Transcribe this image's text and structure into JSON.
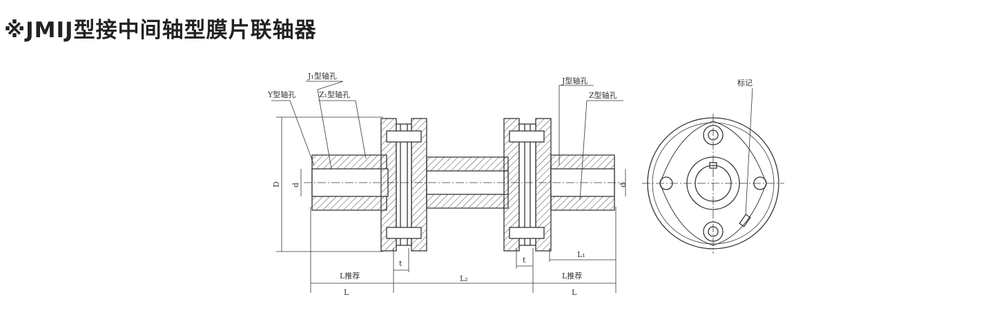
{
  "title": "※JMIJ型接中间轴型膜片联轴器",
  "labels": {
    "j1_bore": "J₁型轴孔",
    "y_bore": "Y型轴孔",
    "z1_bore": "Z₁型轴孔",
    "j_bore": "J型轴孔",
    "z_bore": "Z型轴孔",
    "mark": "标记",
    "D": "D",
    "d_left": "d",
    "d_right": "d",
    "L1": "L₁",
    "L2": "L₂",
    "t_left": "t",
    "t_right": "t",
    "L_rec_left": "L推荐",
    "L_rec_right": "L推荐",
    "L_left": "L",
    "L_right": "L"
  }
}
